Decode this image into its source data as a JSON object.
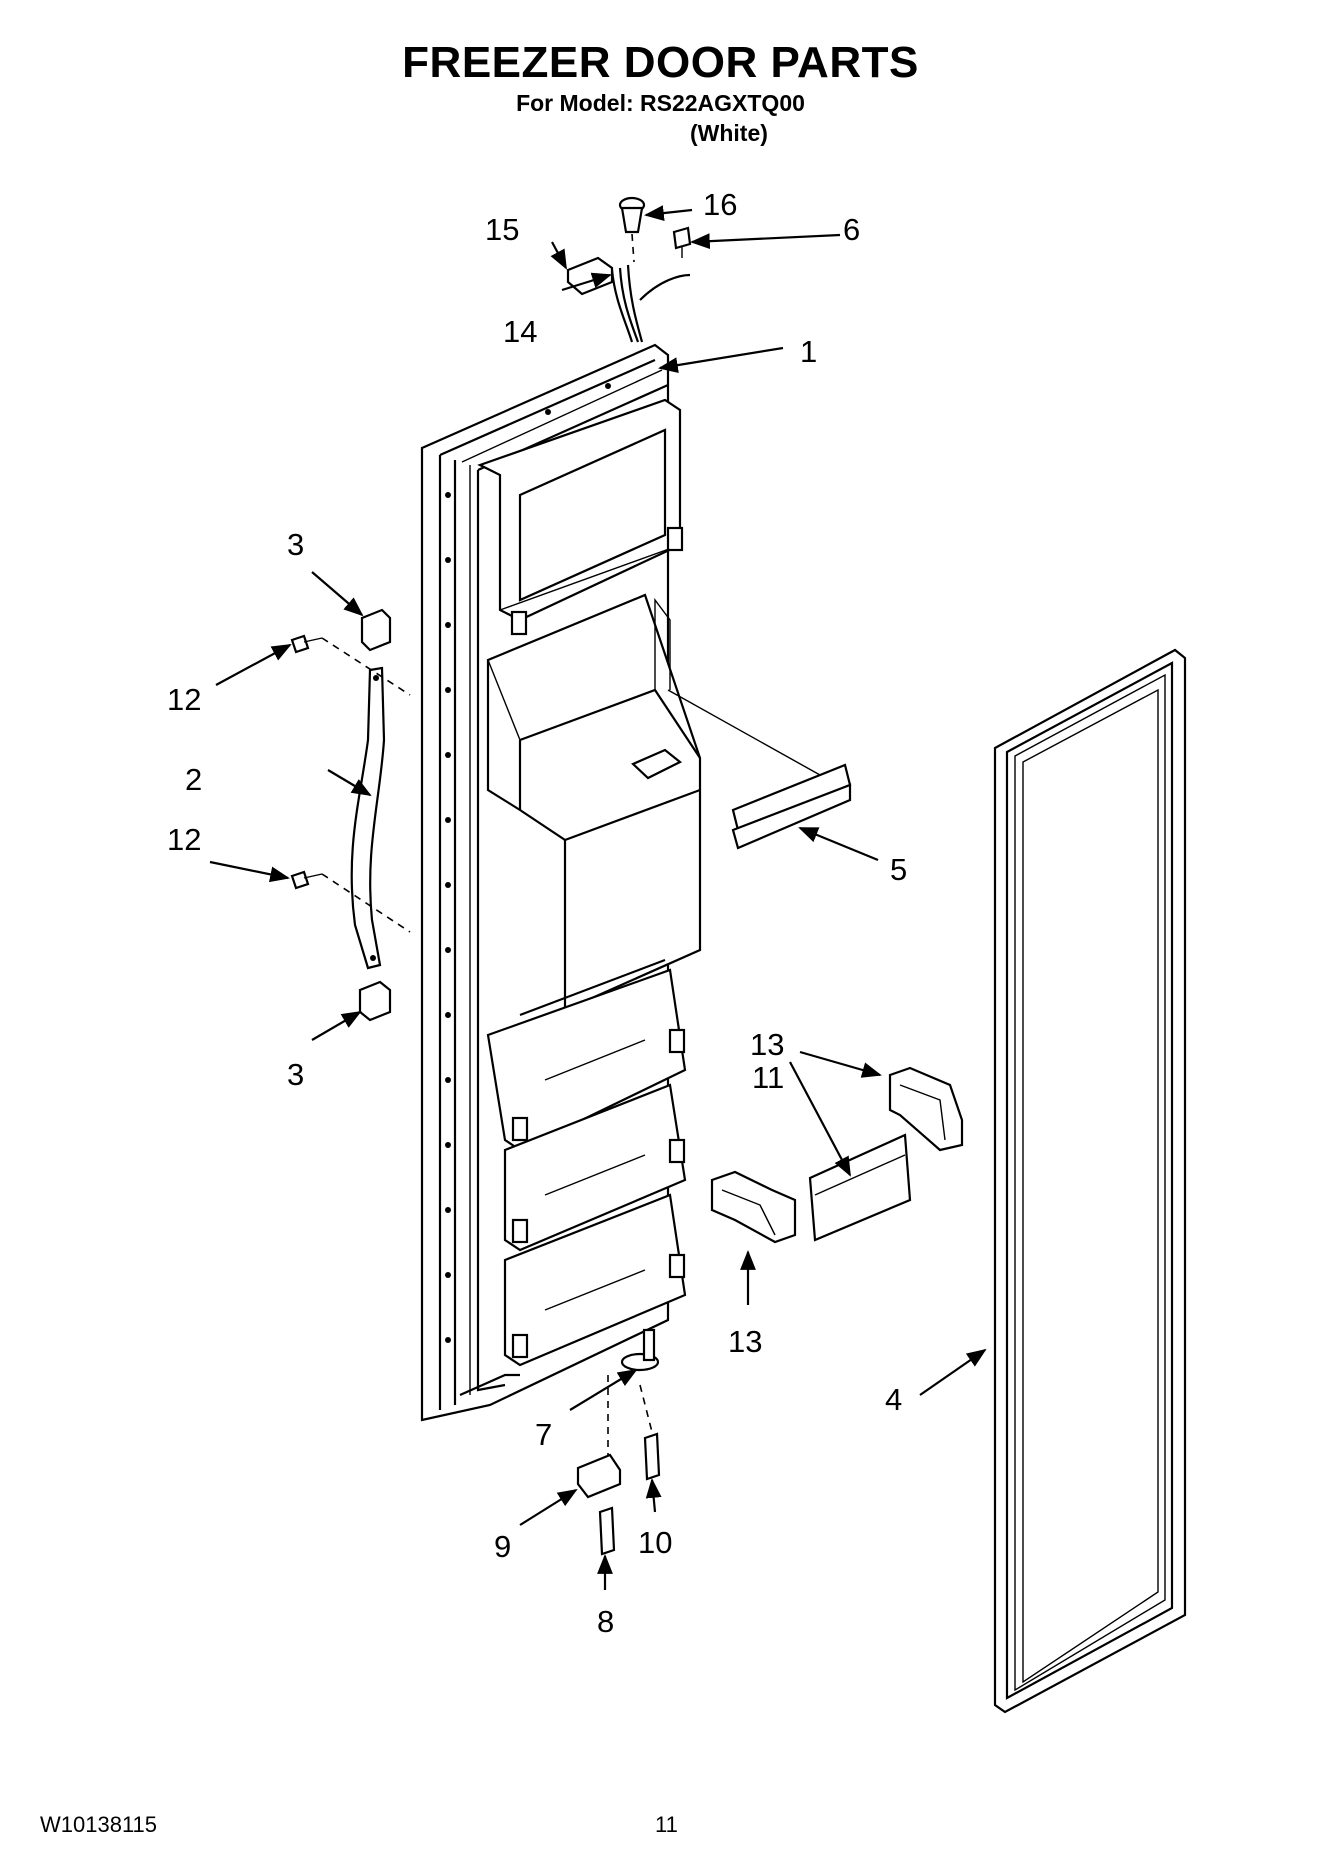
{
  "header": {
    "title": "FREEZER DOOR PARTS",
    "model_line": "For Model: RS22AGXTQ00",
    "color_note": "(White)"
  },
  "callouts": {
    "c1": "1",
    "c2": "2",
    "c3a": "3",
    "c3b": "3",
    "c4": "4",
    "c5": "5",
    "c6": "6",
    "c7": "7",
    "c8": "8",
    "c9": "9",
    "c10": "10",
    "c11": "11",
    "c12a": "12",
    "c12b": "12",
    "c13a": "13",
    "c13b": "13",
    "c14": "14",
    "c15": "15",
    "c16": "16"
  },
  "footer": {
    "doc_number": "W10138115",
    "page_number": "11"
  }
}
